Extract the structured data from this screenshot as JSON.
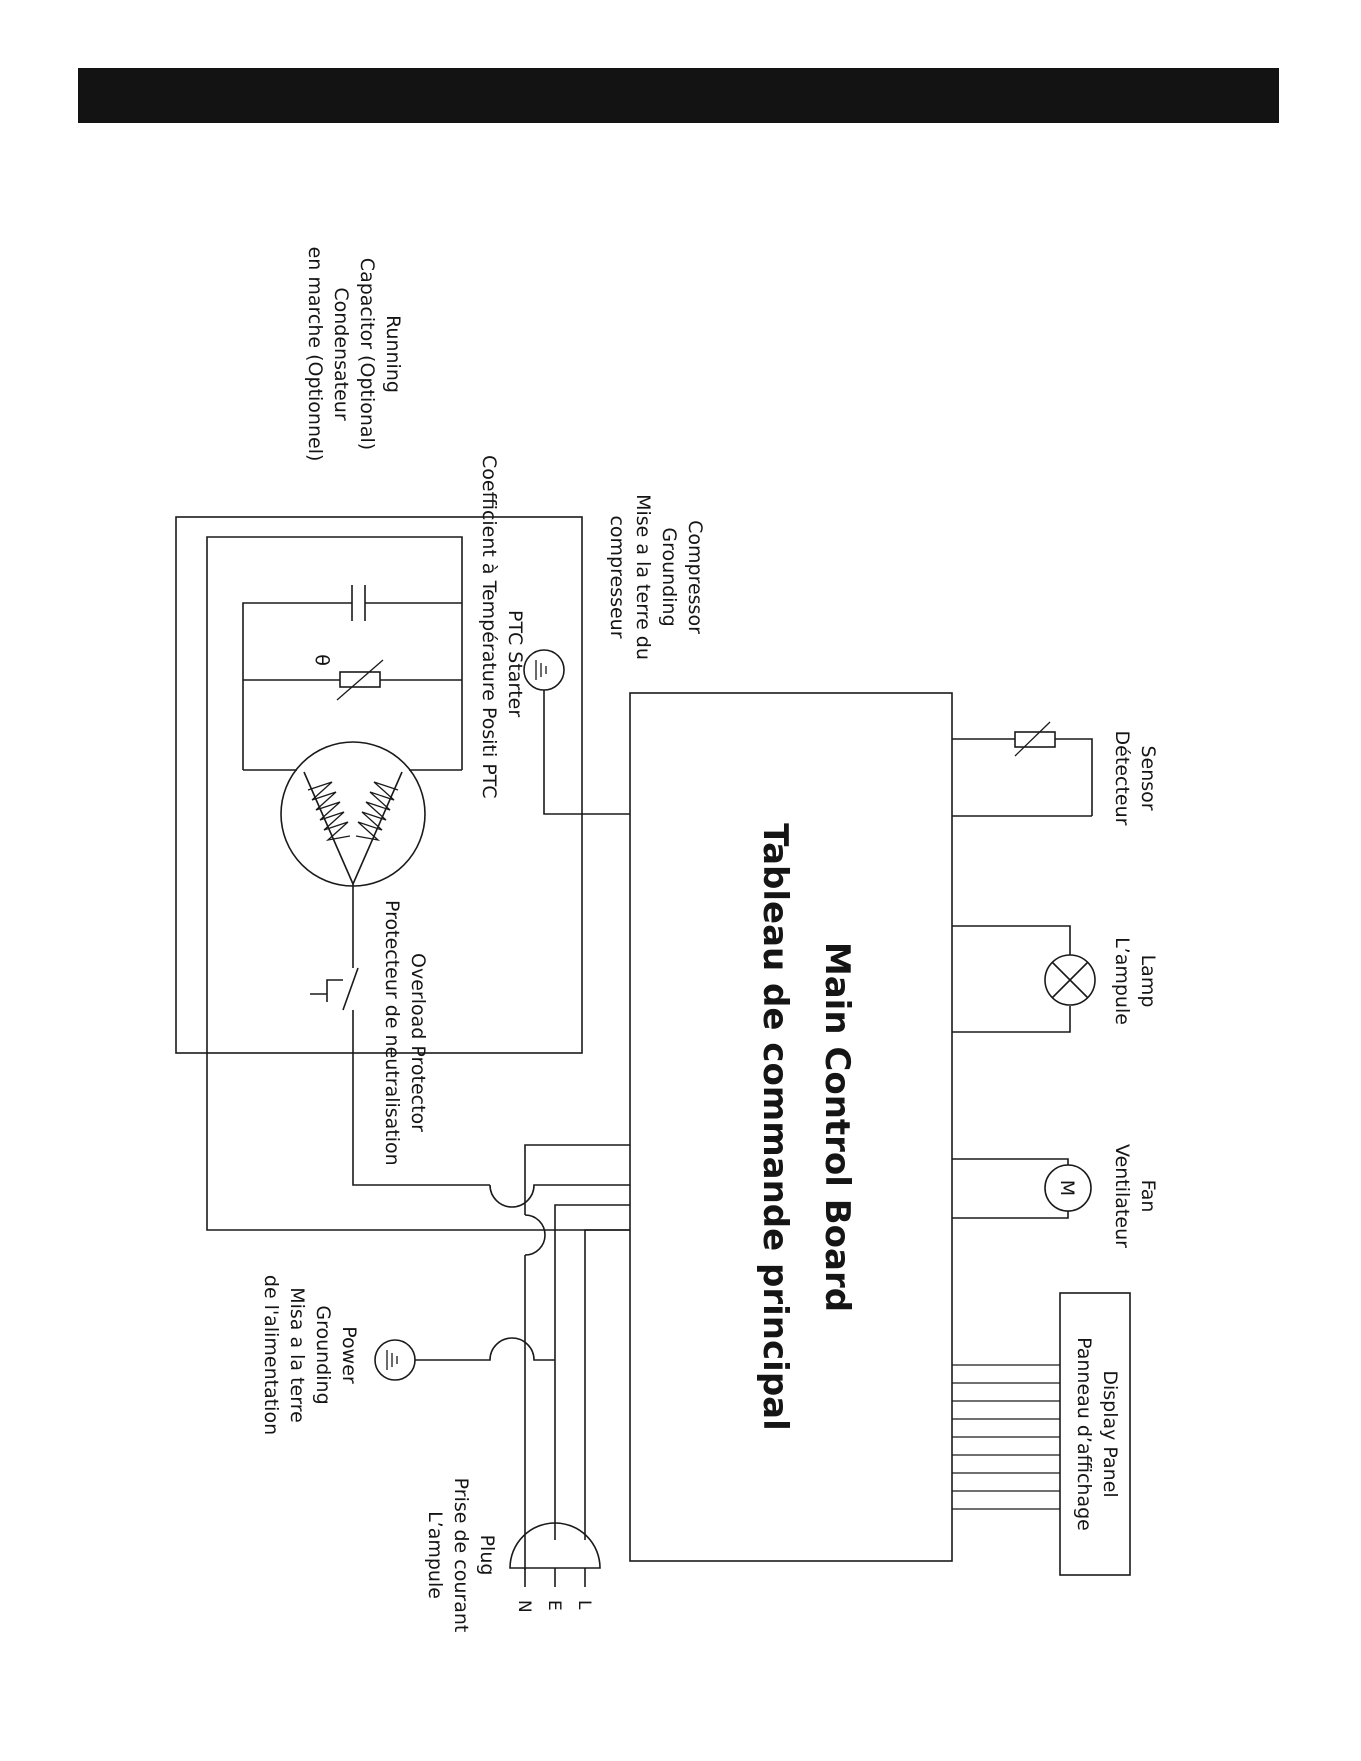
{
  "main_board": {
    "line1": "Main Control Board",
    "line2": "Tableau de commande principal"
  },
  "sensor": {
    "en": "Sensor",
    "fr": "Détecteur"
  },
  "lamp": {
    "en": "Lamp",
    "fr": "L’ampule"
  },
  "fan": {
    "en": "Fan",
    "fr": "Ventilateur",
    "symbol": "M"
  },
  "display": {
    "en": "Display Panel",
    "fr": "Panneau d’affichage"
  },
  "compressor_grounding": {
    "l1": "Compressor",
    "l2": "Grounding",
    "l3": "Mise a la terre du",
    "l4": "compresseur"
  },
  "running_capacitor": {
    "l1": "Running",
    "l2": "Capacitor (Optional)",
    "l3": "Condensateur",
    "l4": "en marche (Optionnel)"
  },
  "ptc_starter": {
    "l1": "PTC Starter",
    "l2": "Coefficient à Température Positi PTC",
    "symbol": "θ"
  },
  "overload": {
    "l1": "Overload Protector",
    "l2": "Protecteur de neutralisation"
  },
  "power_grounding": {
    "l1": "Power",
    "l2": "Grounding",
    "l3": "Misa a la terre",
    "l4": "de l'alimentation"
  },
  "plug": {
    "l1": "Plug",
    "l2": "Prise de courant",
    "l3": "L’ampule",
    "pins": [
      "L",
      "E",
      "N"
    ]
  }
}
